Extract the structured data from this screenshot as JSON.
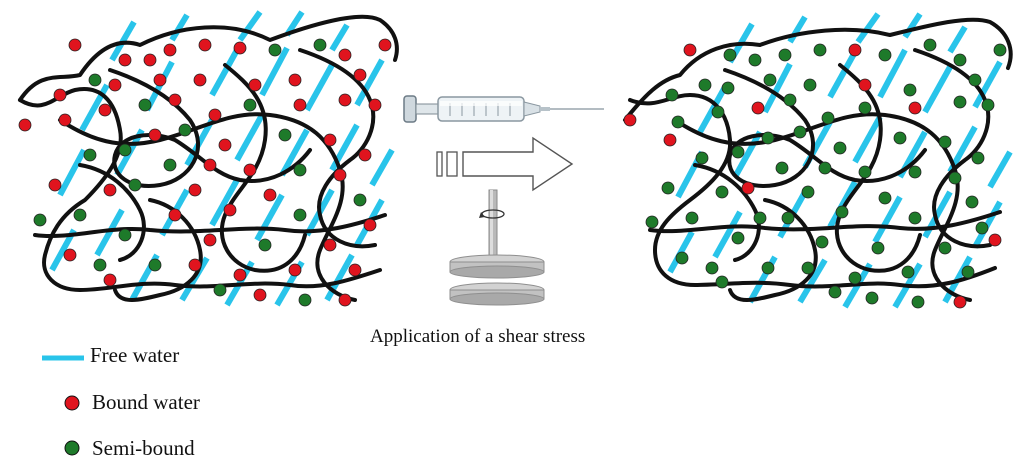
{
  "caption": "Application of a shear stress",
  "legend": {
    "free_water": "Free water",
    "bound_water": "Bound water",
    "semi_bound": "Semi-bound"
  },
  "colors": {
    "free_water": "#29c4ea",
    "bound_water": "#e0141e",
    "semi_bound": "#1e7a2a",
    "polymer": "#111111",
    "arrow": "#555555"
  },
  "icons": {
    "syringe": "syringe-icon",
    "shear_arrow": "arrow-right-icon",
    "rheometer": "parallel-plate-rheometer-icon",
    "rotation": "rotation-icon"
  }
}
